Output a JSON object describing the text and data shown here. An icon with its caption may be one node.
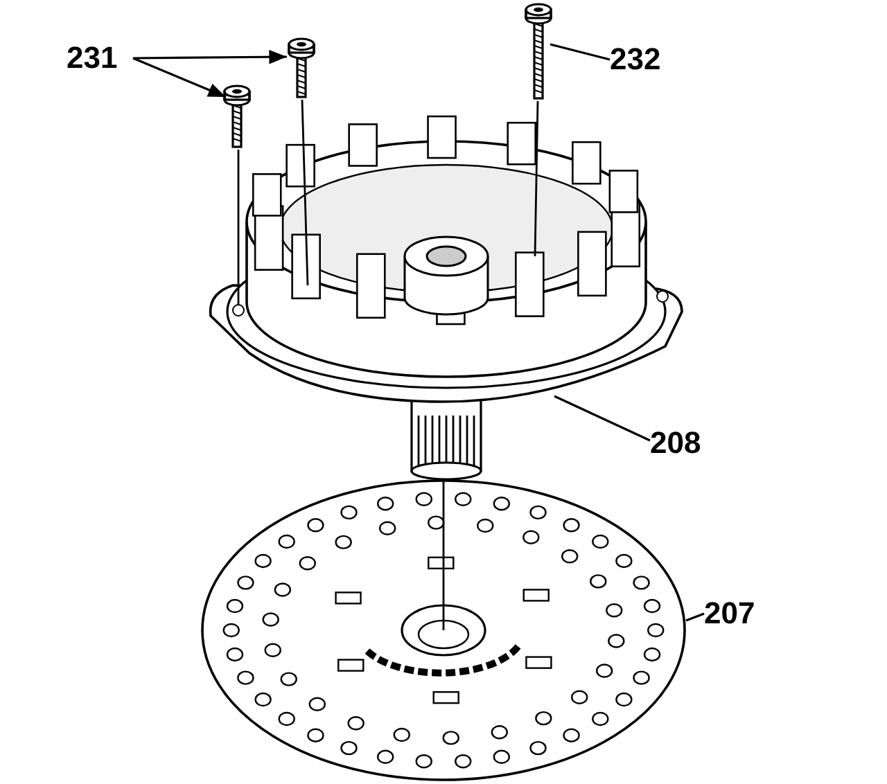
{
  "diagram": {
    "nodes": [
      {
        "text": [
          "231"
        ]
      },
      {
        "text": [],
        "shape": "picture"
      },
      {
        "text": [],
        "shape": "picture"
      },
      {
        "text": [],
        "shape": "picture"
      },
      {
        "text": [
          "232"
        ]
      },
      {
        "text": [],
        "shape": "picture"
      },
      {
        "text": [
          "208"
        ]
      },
      {
        "text": [],
        "shape": "picture"
      },
      {
        "text": [
          "207"
        ]
      }
    ],
    "edges": [
      {
        "from": 0,
        "to": 1,
        "arrow": "to"
      },
      {
        "from": 0,
        "to": 2,
        "arrow": "to"
      },
      {
        "from": 4,
        "to": 3,
        "arrow": "none"
      },
      {
        "from": 6,
        "to": 5,
        "arrow": "none"
      },
      {
        "from": 8,
        "to": 7,
        "arrow": "none"
      }
    ]
  }
}
